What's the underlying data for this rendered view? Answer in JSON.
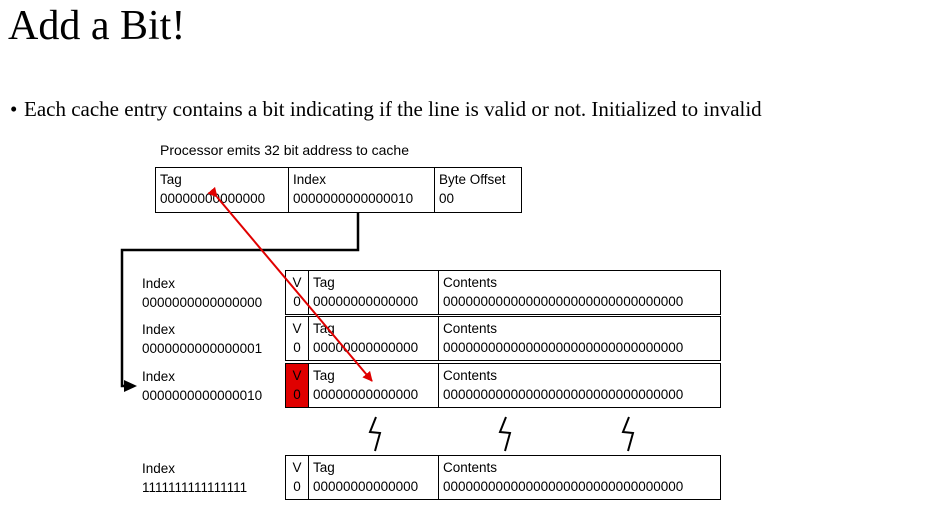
{
  "slide": {
    "title": "Add a Bit!",
    "bullet": "Each cache entry contains a bit indicating if the line is valid or not. Initialized to invalid"
  },
  "address": {
    "caption": "Processor emits 32 bit address to cache",
    "fields": [
      {
        "label": "Tag",
        "value": "00000000000000"
      },
      {
        "label": "Index",
        "value": "0000000000000010"
      },
      {
        "label": "Byte Offset",
        "value": "00"
      }
    ]
  },
  "cache": {
    "rows": [
      {
        "index_label": "Index",
        "index_value": "0000000000000000",
        "v_label": "V",
        "v_value": "0",
        "tag_label": "Tag",
        "tag_value": "00000000000000",
        "contents_label": "Contents",
        "contents_value": "00000000000000000000000000000000"
      },
      {
        "index_label": "Index",
        "index_value": "0000000000000001",
        "v_label": "V",
        "v_value": "0",
        "tag_label": "Tag",
        "tag_value": "00000000000000",
        "contents_label": "Contents",
        "contents_value": "00000000000000000000000000000000"
      },
      {
        "index_label": "Index",
        "index_value": "0000000000000010",
        "v_label": "V",
        "v_value": "0",
        "tag_label": "Tag",
        "tag_value": "00000000000000",
        "contents_label": "Contents",
        "contents_value": "00000000000000000000000000000000",
        "highlight_color": "#e00000"
      },
      {
        "index_label": "Index",
        "index_value": "1111111111111111",
        "v_label": "V",
        "v_value": "0",
        "tag_label": "Tag",
        "tag_value": "00000000000000",
        "contents_label": "Contents",
        "contents_value": "00000000000000000000000000000000"
      }
    ]
  },
  "arrows": {
    "index_arrow_color": "#000000",
    "tag_compare_arrow_color": "#e00000"
  }
}
